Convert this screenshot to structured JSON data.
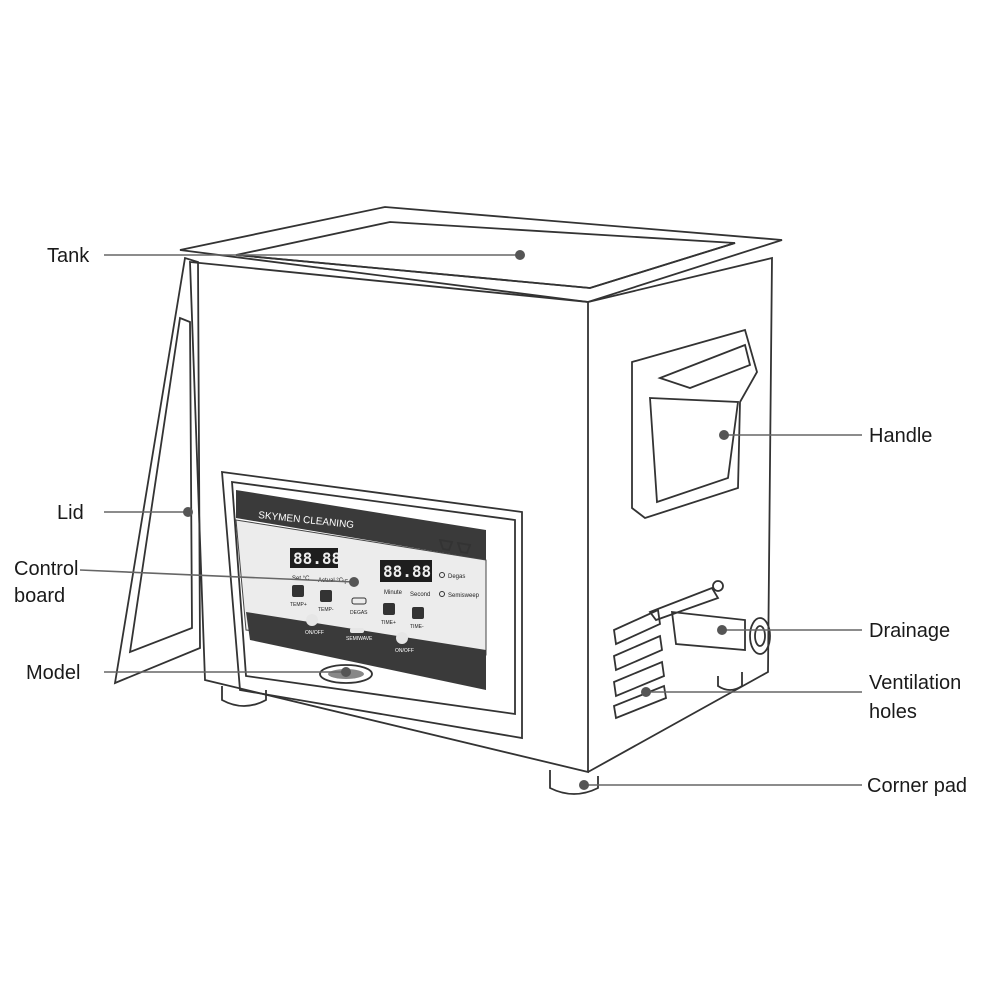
{
  "brand_text": "SKYMEN CLEANING",
  "panel": {
    "display_left_labels": [
      "Set °C",
      "Actual °C",
      "°F"
    ],
    "display_right_labels": [
      "Minute",
      "Second"
    ],
    "mode_labels": [
      "Degas",
      "Semisweep"
    ],
    "buttons": [
      "TEMP+",
      "TEMP-",
      "DEGAS",
      "TIME+",
      "TIME-"
    ],
    "power_labels": [
      "ON/OFF",
      "SEMIWAVE",
      "ON/OFF"
    ],
    "readout_left": "88.88",
    "readout_right": "88.88"
  },
  "callouts": {
    "tank": "Tank",
    "lid": "Lid",
    "control_board_line1": "Control",
    "control_board_line2": "board",
    "model": "Model",
    "handle": "Handle",
    "drainage": "Drainage",
    "ventilation_line1": "Ventilation",
    "ventilation_line2": "holes",
    "corner_pad": "Corner pad"
  }
}
